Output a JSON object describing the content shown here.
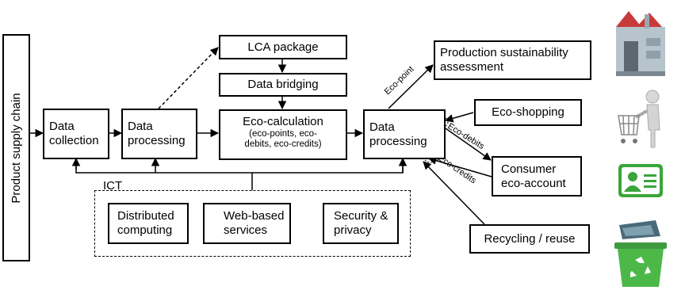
{
  "nodes": {
    "supply_chain": "Product supply chain",
    "data_collection": [
      "Data",
      "collection"
    ],
    "data_processing_1": [
      "Data",
      "processing"
    ],
    "lca_package": "LCA package",
    "data_bridging": "Data bridging",
    "eco_calculation": {
      "title": "Eco-calculation",
      "details": [
        "(eco-points, eco-",
        "debits, eco-credits)"
      ]
    },
    "data_processing_2": [
      "Data",
      "processing"
    ],
    "production_assessment": [
      "Production sustainability",
      "assessment"
    ],
    "eco_shopping": "Eco-shopping",
    "consumer_account": [
      "Consumer",
      "eco-account"
    ],
    "recycling": "Recycling / reuse",
    "ict": {
      "label": "ICT",
      "items": [
        [
          "Distributed",
          "computing"
        ],
        [
          "Web-based",
          "services"
        ],
        [
          "Security &",
          "privacy"
        ]
      ]
    }
  },
  "edge_labels": {
    "eco_point": "Eco-point",
    "eco_debits": "Eco-debits",
    "eco_credits": "Eco-credits"
  },
  "icons": [
    "factory-icon",
    "shopping-cart-icon",
    "id-card-icon",
    "recycle-bin-icon"
  ],
  "colors": {
    "id_card_green": "#3aa53a",
    "bin_green": "#4cb848",
    "factory_roof": "#c83a3a"
  }
}
